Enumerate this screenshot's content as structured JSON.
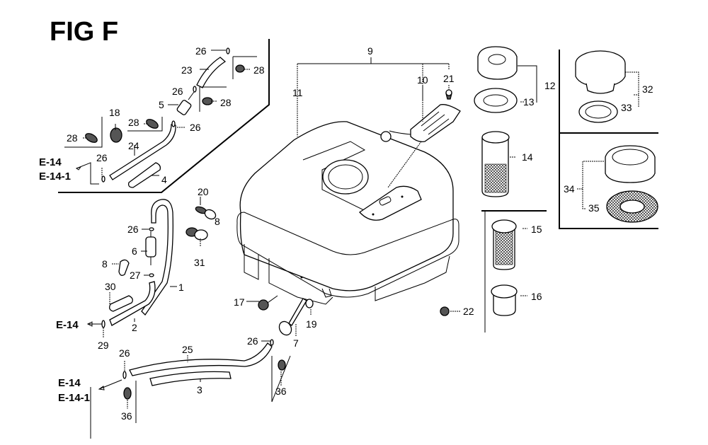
{
  "title": "FIG F",
  "callouts": {
    "c1": "1",
    "c2": "2",
    "c3": "3",
    "c4": "4",
    "c5": "5",
    "c6": "6",
    "c7": "7",
    "c8": "8",
    "c9": "9",
    "c10": "10",
    "c11": "11",
    "c12": "12",
    "c13": "13",
    "c14": "14",
    "c15": "15",
    "c16": "16",
    "c17": "17",
    "c18": "18",
    "c19": "19",
    "c20": "20",
    "c21": "21",
    "c22": "22",
    "c23": "23",
    "c24": "24",
    "c25": "25",
    "c26": "26",
    "c27": "27",
    "c28": "28",
    "c29": "29",
    "c30": "30",
    "c31": "31",
    "c32": "32",
    "c33": "33",
    "c34": "34",
    "c35": "35",
    "c36": "36"
  },
  "references": {
    "e14": "E-14",
    "e14_1": "E-14-1"
  }
}
